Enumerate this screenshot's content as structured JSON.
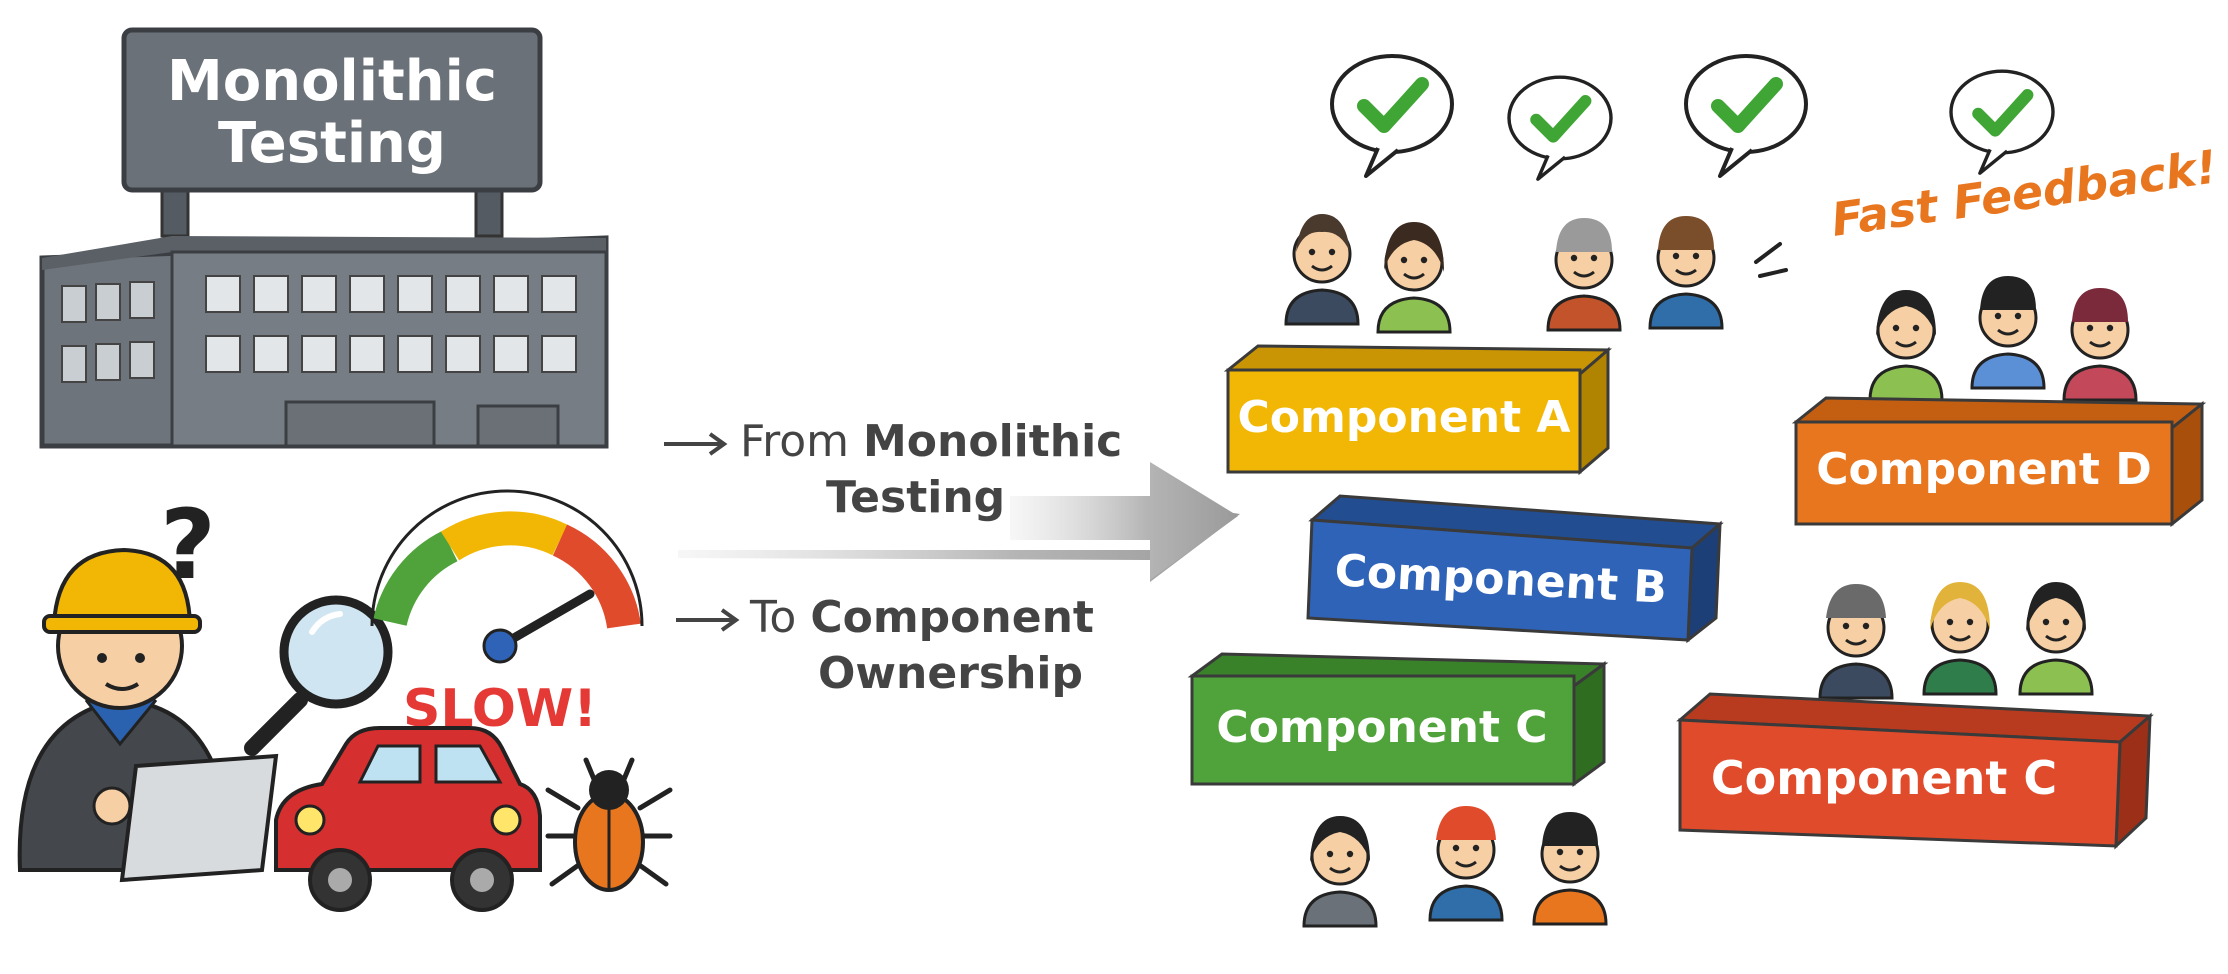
{
  "monolith": {
    "sign_line1": "Monolithic",
    "sign_line2": "Testing",
    "slow_label": "SLOW!",
    "question_mark": "?"
  },
  "transition": {
    "line1_prefix": "From ",
    "line1_bold": "Monolithic",
    "line2_bold": "Testing",
    "line3_prefix": "To ",
    "line3_bold": "Component",
    "line4_bold": "Ownership"
  },
  "components": {
    "a_label": "Component A",
    "b_label": "Component B",
    "c_label": "Component C",
    "d_label": "Component D",
    "c2_label": "Component C"
  },
  "feedback": {
    "label": "Fast Feedback!"
  },
  "colors": {
    "component_a": "#F2B705",
    "component_b": "#2F63B8",
    "component_c": "#4FA33A",
    "component_d": "#E8761F",
    "component_c2": "#E04B2B",
    "slow": "#E53935",
    "feedback": "#E8761F",
    "check": "#3FA535",
    "building": "#6B7178"
  }
}
